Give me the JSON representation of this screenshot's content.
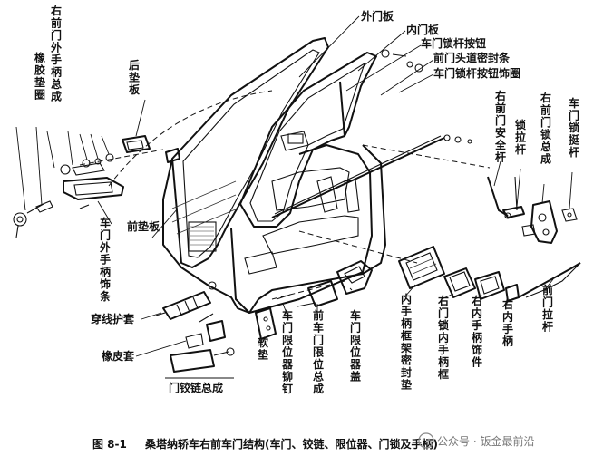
{
  "labels_horizontal": [
    {
      "id": "outer-panel",
      "text": "外门板"
    },
    {
      "id": "inner-panel",
      "text": "内门板"
    },
    {
      "id": "lock-rod-button",
      "text": "车门锁杆按钮"
    },
    {
      "id": "door-head-seal",
      "text": "前门头道密封条"
    },
    {
      "id": "lock-rod-button-ring",
      "text": "车门锁杆按钮饰圈"
    }
  ],
  "labels_vertical": [
    {
      "id": "outer-handle-assembly",
      "text": "右前门外手柄总成"
    },
    {
      "id": "rubber-pad",
      "text": "橡胶垫圈"
    },
    {
      "id": "rear-pad",
      "text": "后垫板"
    },
    {
      "id": "front-pad",
      "text": "前垫板"
    },
    {
      "id": "outer-handle-trim",
      "text": "车门外手柄饰条"
    },
    {
      "id": "safety-lever",
      "text": "右前门安全杆"
    },
    {
      "id": "lock-pull-rod",
      "text": "锁拉杆"
    },
    {
      "id": "lock-assembly",
      "text": "右前门锁总成"
    },
    {
      "id": "lock-lever",
      "text": "车门锁挺杆"
    },
    {
      "id": "soft-pad",
      "text": "软垫"
    },
    {
      "id": "limiter-rivet",
      "text": "车门限位器铆钉"
    },
    {
      "id": "limiter-assembly",
      "text": "前车门限位总成"
    },
    {
      "id": "limiter-cover",
      "text": "车门限位器盖"
    },
    {
      "id": "inner-handle-seal",
      "text": "内手柄框架密封垫"
    },
    {
      "id": "lock-inner-handle-frame",
      "text": "右门锁内手柄框"
    },
    {
      "id": "inner-handle-trim",
      "text": "右内手柄饰件"
    },
    {
      "id": "inner-handle",
      "text": "右内手柄"
    },
    {
      "id": "front-pull-rod",
      "text": "前门拉杆"
    }
  ],
  "labels_misc": {
    "wire-sleeve": "穿线护套",
    "rubber-sleeve": "橡皮套",
    "hinge-assembly": "门铰链总成"
  },
  "caption": {
    "number": "图 8-1",
    "text": "桑塔纳轿车右前车门结构(车门、铰链、限位器、门锁及手柄)"
  },
  "watermark": "公众号 · 钣金最前沿"
}
